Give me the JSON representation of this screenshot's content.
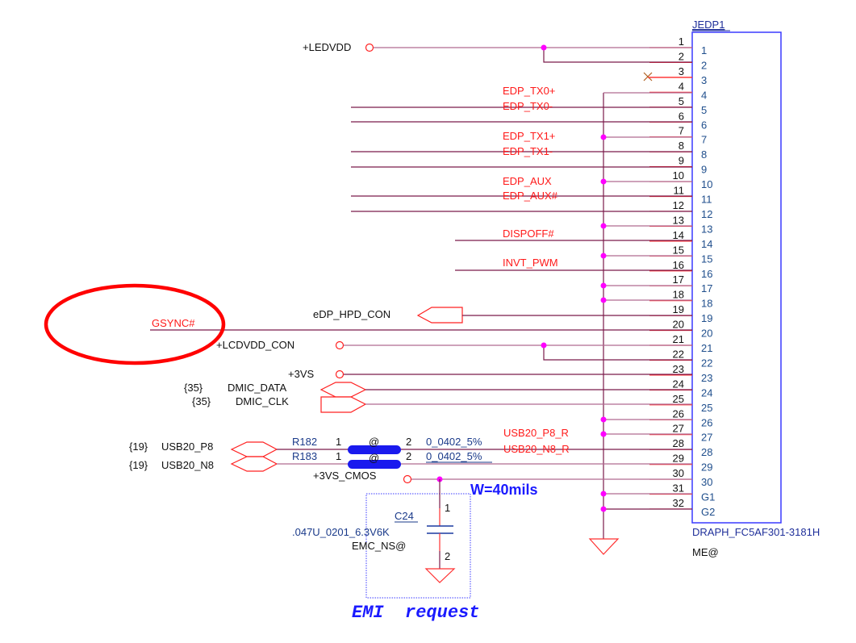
{
  "connector": {
    "ref": "JEDP1",
    "part": "DRAPH_FC5AF301-3181H",
    "option": "ME@",
    "outer_pins": [
      "1",
      "2",
      "3",
      "4",
      "5",
      "6",
      "7",
      "8",
      "9",
      "10",
      "11",
      "12",
      "13",
      "14",
      "15",
      "16",
      "17",
      "18",
      "19",
      "20",
      "21",
      "22",
      "23",
      "24",
      "25",
      "26",
      "27",
      "28",
      "29",
      "30",
      "31",
      "32"
    ],
    "inner_pins": [
      "1",
      "2",
      "3",
      "4",
      "5",
      "6",
      "7",
      "8",
      "9",
      "10",
      "11",
      "12",
      "13",
      "14",
      "15",
      "16",
      "17",
      "18",
      "19",
      "20",
      "21",
      "22",
      "23",
      "24",
      "25",
      "26",
      "27",
      "28",
      "29",
      "30",
      "G1",
      "G2"
    ]
  },
  "nets": {
    "ledvdd": "+LEDVDD",
    "edp_tx0p": "EDP_TX0+",
    "edp_tx0n": "EDP_TX0-",
    "edp_tx1p": "EDP_TX1+",
    "edp_tx1n": "EDP_TX1-",
    "edp_aux": "EDP_AUX",
    "edp_auxn": "EDP_AUX#",
    "dispoff": "DISPOFF#",
    "invt_pwm": "INVT_PWM",
    "edp_hpd": "eDP_HPD_CON",
    "gsync": "GSYNC#",
    "lcdvdd": "+LCDVDD_CON",
    "v3vs": "+3VS",
    "dmic_data_ref": "{35}",
    "dmic_data": "DMIC_DATA",
    "dmic_clk_ref": "{35}",
    "dmic_clk": "DMIC_CLK",
    "usb_p8_ref": "{19}",
    "usb_p8": "USB20_P8",
    "usb_n8_ref": "{19}",
    "usb_n8": "USB20_N8",
    "usb_p8_r": "USB20_P8_R",
    "usb_n8_r": "USB20_N8_R",
    "v3vs_cmos": "+3VS_CMOS"
  },
  "resistors": [
    {
      "ref": "R182",
      "pin1": "1",
      "pin2": "2",
      "mark": "@",
      "value": "0_0402_5%"
    },
    {
      "ref": "R183",
      "pin1": "1",
      "pin2": "2",
      "mark": "@",
      "value": "0_0402_5%"
    }
  ],
  "capacitor": {
    "ref": "C24",
    "value": ".047U_0201_6.3V6K",
    "option": "EMC_NS@",
    "pin1": "1",
    "pin2": "2"
  },
  "annotations": {
    "width_note": "W=40mils",
    "emi_note": "EMI  request"
  },
  "colors": {
    "highlight_ellipse": "#ff0000",
    "junction": "#ff00ff",
    "net_label": "#ff1a1a",
    "component_box": "#3a3aff"
  }
}
